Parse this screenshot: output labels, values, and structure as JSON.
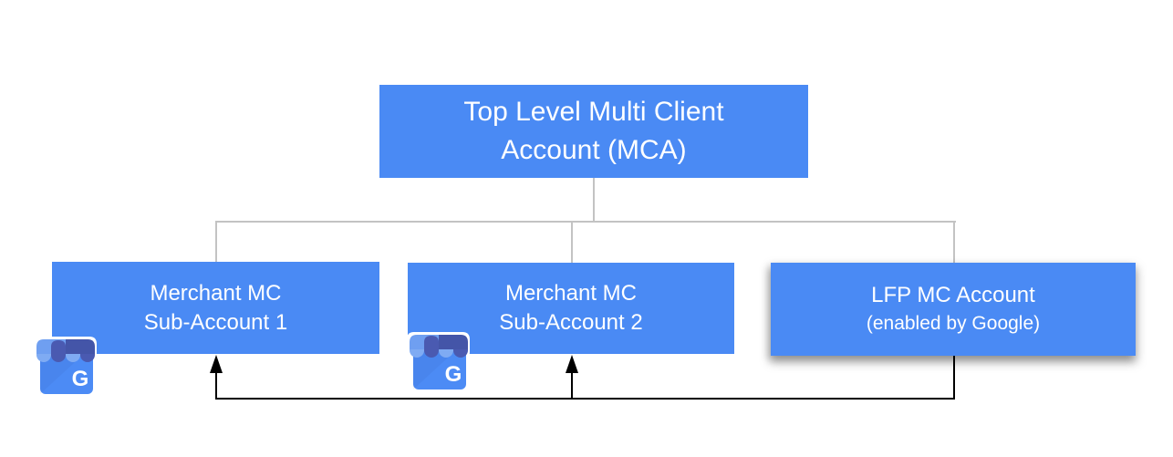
{
  "diagram": {
    "root_node": {
      "line1": "Top Level Multi Client",
      "line2": "Account (MCA)"
    },
    "child_nodes": [
      {
        "line1": "Merchant MC",
        "line2": "Sub-Account 1"
      },
      {
        "line1": "Merchant MC",
        "line2": "Sub-Account 2"
      },
      {
        "line1": "LFP MC Account",
        "line2": "(enabled by Google)"
      }
    ],
    "icons": {
      "business_profile_letter": "G"
    },
    "colors": {
      "node_fill": "#4a8af4",
      "node_text": "#ffffff",
      "hierarchy_line": "#c3c3c3",
      "flow_line": "#000000",
      "icon_body_blue": "#4c8bf5",
      "icon_awning_light": "#7fabf3",
      "icon_awning_dark": "#4a5ab1",
      "page_background": "#ffffff"
    }
  }
}
